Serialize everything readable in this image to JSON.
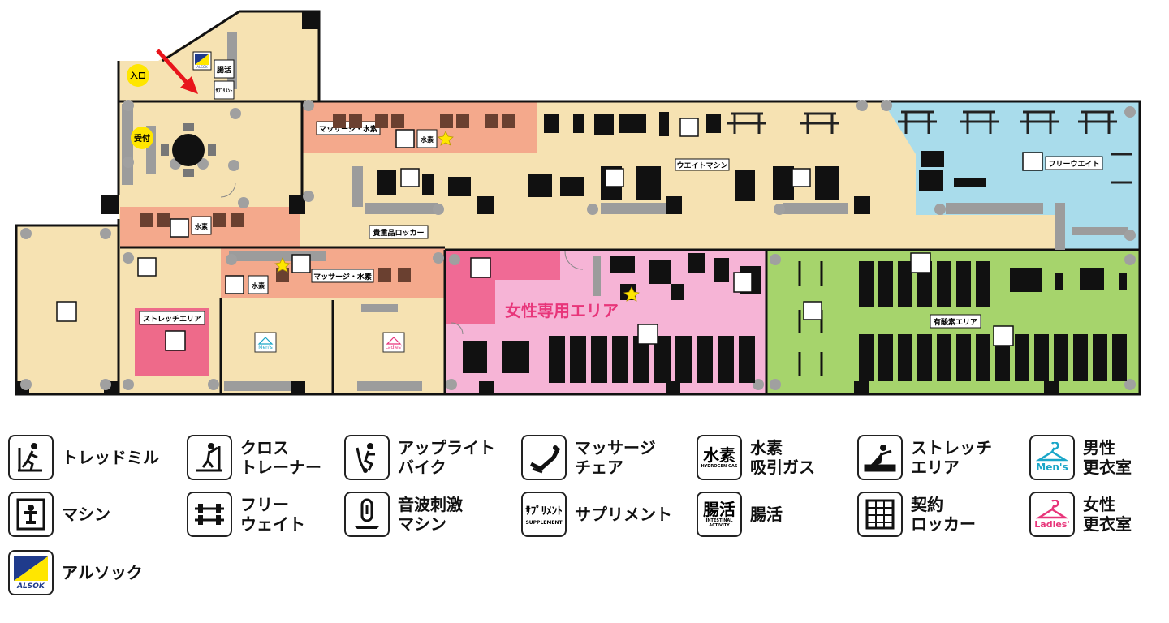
{
  "map": {
    "entrance": "入口",
    "reception": "受付",
    "massage_area_top": "マッサージ・水素",
    "massage_area_mid": "マッサージ・水素",
    "weight_machine_area": "ウエイトマシン",
    "free_weight_area": "フリーウエイト",
    "valuables_locker": "貴重品ロッカー",
    "stretch_area": "ストレッチエリア",
    "womens_area": "女性専用エリア",
    "cardio_area": "有酸素エリア",
    "mens_tag": "Men's",
    "ladies_tag": "Ladies'",
    "hydrogen_tag": "水素",
    "chokatsu_tag": "腸活",
    "supplement_tag": "ｻﾌﾟﾘﾒﾝﾄ",
    "alsok_tag": "ALSOK",
    "colors": {
      "floor": "#F6E2B2",
      "massage": "#F4A98C",
      "free_weight": "#A9DCEB",
      "womens": "#F6B4D6",
      "womens_accent": "#F06A95",
      "cardio": "#A6D46C",
      "stretch": "#EE6A8A",
      "wall": "#111111",
      "marker_yellow": "#FFE600",
      "arrow_red": "#E8141B"
    }
  },
  "legend": {
    "items": [
      {
        "icon": "treadmill-icon",
        "label": "トレッドミル"
      },
      {
        "icon": "cross-trainer-icon",
        "label": "クロス\nトレーナー"
      },
      {
        "icon": "upright-bike-icon",
        "label": "アップライト\nバイク"
      },
      {
        "icon": "massage-chair-icon",
        "label": "マッサージ\nチェア"
      },
      {
        "icon": "hydrogen-gas-icon",
        "label": "水素\n吸引ガス",
        "icon_text": "水素",
        "icon_sub": "HYDROGEN GAS"
      },
      {
        "icon": "stretch-icon",
        "label": "ストレッチ\nエリア"
      },
      {
        "icon": "mens-locker-icon",
        "label": "男性\n更衣室",
        "icon_sub": "Men's"
      },
      {
        "icon": "machine-icon",
        "label": "マシン"
      },
      {
        "icon": "free-weight-icon",
        "label": "フリー\nウェイト"
      },
      {
        "icon": "vibration-machine-icon",
        "label": "音波刺激\nマシン"
      },
      {
        "icon": "supplement-icon",
        "label": "サプリメント",
        "icon_text": "ｻﾌﾟﾘﾒﾝﾄ",
        "icon_sub": "SUPPLEMENT"
      },
      {
        "icon": "chokatsu-icon",
        "label": "腸活",
        "icon_text": "腸活",
        "icon_sub": "INTESTINAL ACTIVITY"
      },
      {
        "icon": "locker-icon",
        "label": "契約\nロッカー"
      },
      {
        "icon": "womens-locker-icon",
        "label": "女性\n更衣室",
        "icon_sub": "Ladies'"
      },
      {
        "icon": "alsok-icon",
        "label": "アルソック",
        "icon_sub": "ALSOK"
      }
    ]
  }
}
